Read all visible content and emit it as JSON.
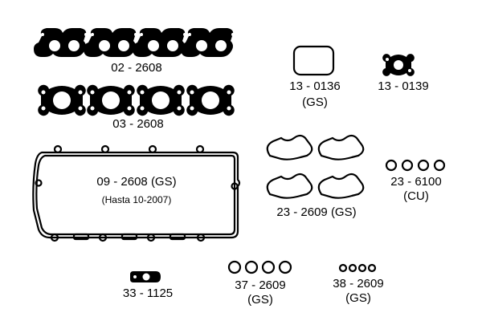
{
  "parts": [
    {
      "id": "p1",
      "code": "02 - 2608"
    },
    {
      "id": "p2",
      "code": "03 - 2608"
    },
    {
      "id": "p3",
      "code": "09 - 2608 (GS)",
      "note": "(Hasta 10-2007)"
    },
    {
      "id": "p4",
      "code": "13 - 0136",
      "note": "(GS)"
    },
    {
      "id": "p5",
      "code": "13 - 0139"
    },
    {
      "id": "p6",
      "code": "23 - 2609 (GS)"
    },
    {
      "id": "p7",
      "code": "23 - 6100",
      "note": "(CU)"
    },
    {
      "id": "p8",
      "code": "33 - 1125"
    },
    {
      "id": "p9",
      "code": "37 - 2609",
      "note": "(GS)"
    },
    {
      "id": "p10",
      "code": "38 - 2609",
      "note": "(GS)"
    }
  ]
}
